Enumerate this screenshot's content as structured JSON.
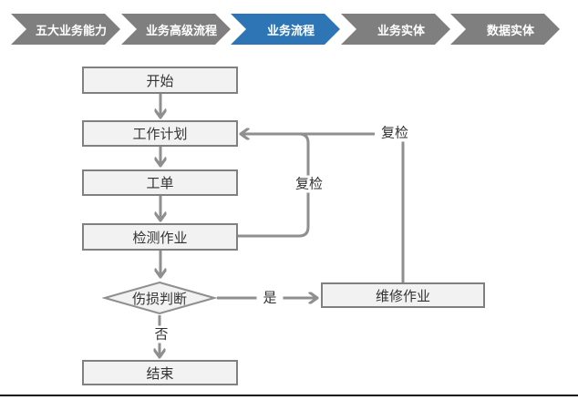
{
  "breadcrumb": {
    "steps": [
      {
        "label": "五大业务能力",
        "active": false
      },
      {
        "label": "业务高级流程",
        "active": false
      },
      {
        "label": "业务流程",
        "active": true
      },
      {
        "label": "业务实体",
        "active": false
      },
      {
        "label": "数据实体",
        "active": false
      }
    ],
    "active_color": "#2e75b6",
    "inactive_color": "#7f7f7f",
    "text_color": "#ffffff"
  },
  "flowchart": {
    "nodes": [
      {
        "id": "start",
        "label": "开始",
        "type": "process"
      },
      {
        "id": "work-plan",
        "label": "工作计划",
        "type": "process"
      },
      {
        "id": "work-order",
        "label": "工单",
        "type": "process"
      },
      {
        "id": "inspection-job",
        "label": "检测作业",
        "type": "process"
      },
      {
        "id": "damage-decision",
        "label": "伤损判断",
        "type": "decision"
      },
      {
        "id": "repair-job",
        "label": "维修作业",
        "type": "process"
      },
      {
        "id": "end",
        "label": "结束",
        "type": "process"
      }
    ],
    "edge_labels": {
      "recheck_inner": "复检",
      "recheck_outer": "复检",
      "yes": "是",
      "no": "否"
    },
    "colors": {
      "node_fill": "#f2f2f2",
      "node_border": "#808080",
      "connector": "#8f8f8f",
      "text": "#333333"
    }
  }
}
